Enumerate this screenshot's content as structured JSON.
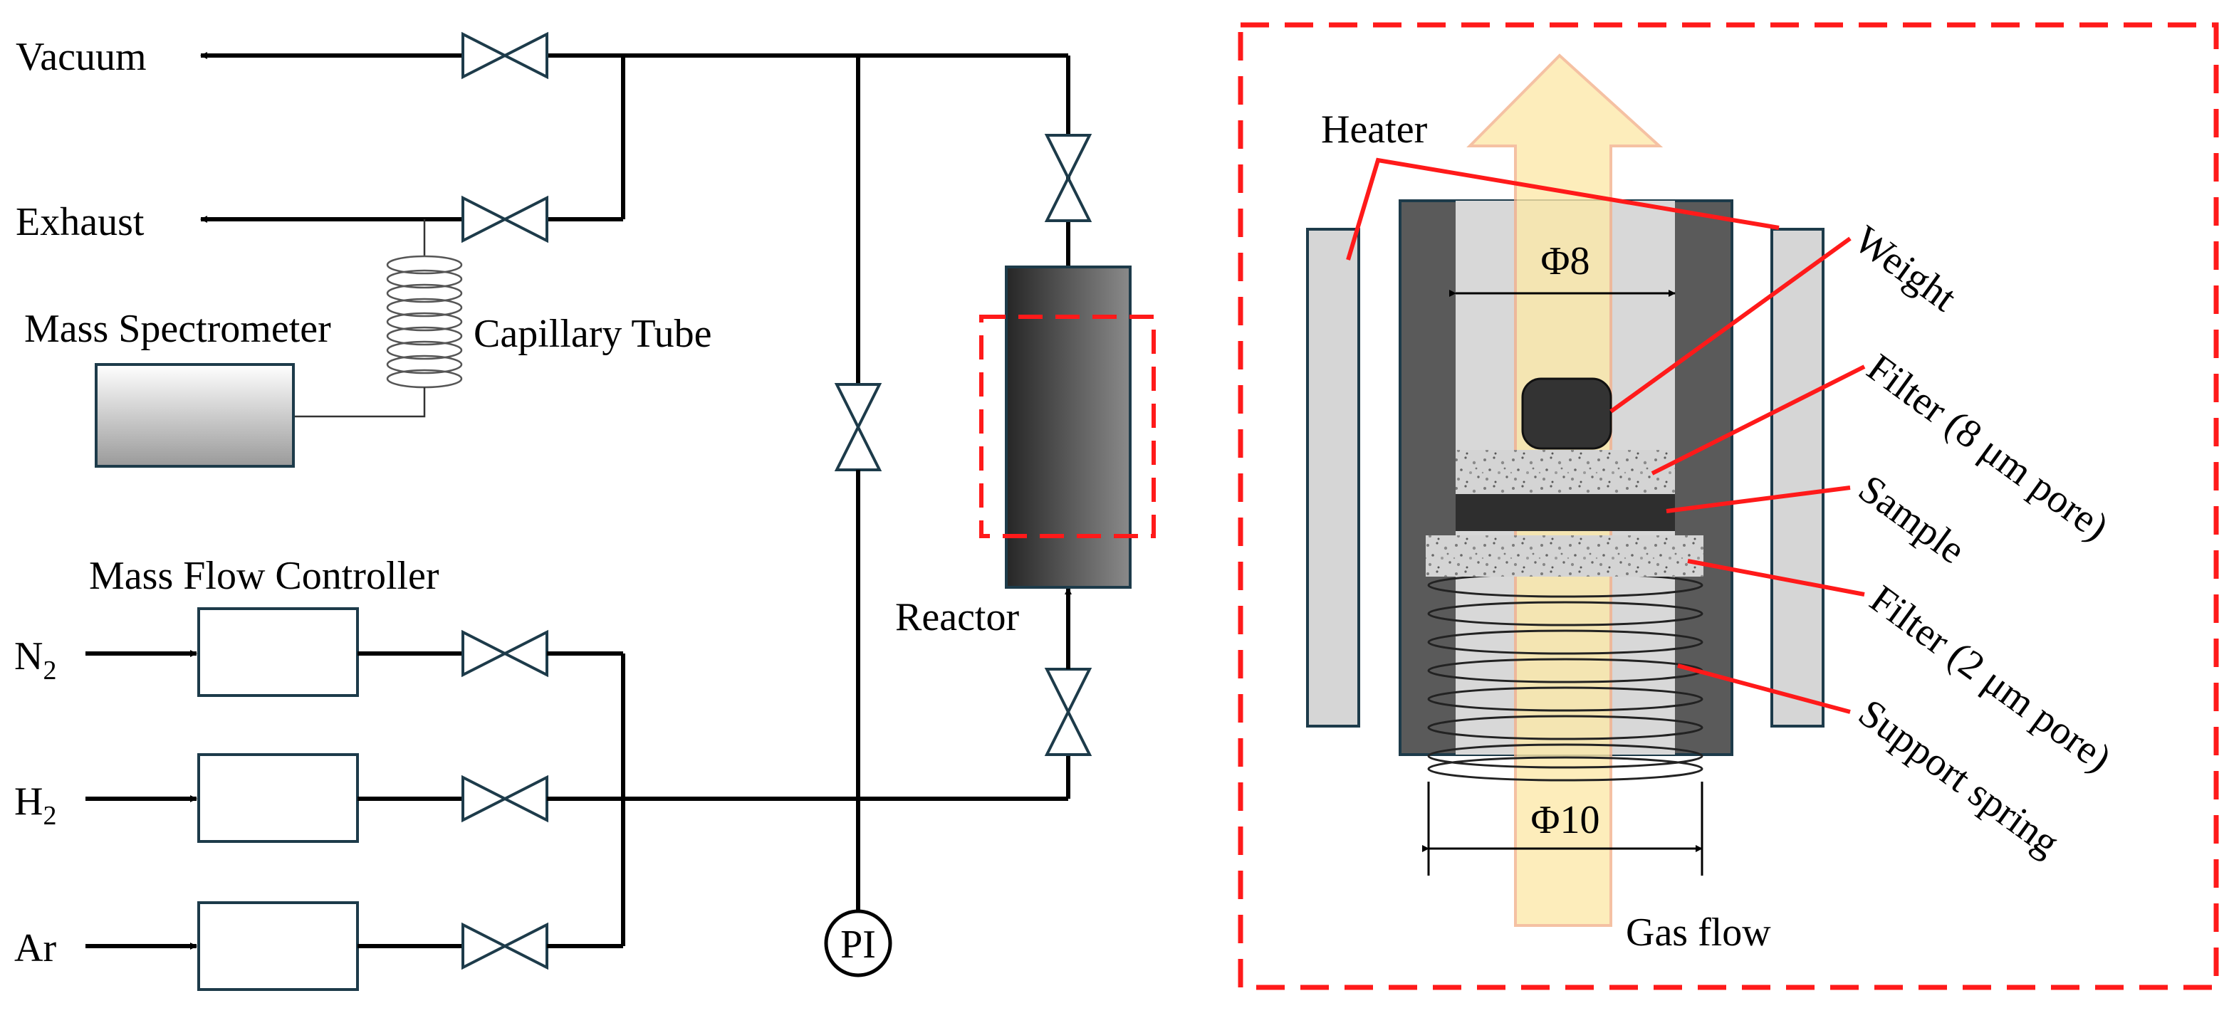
{
  "flow_diagram": {
    "outlets": {
      "vacuum": "Vacuum",
      "exhaust": "Exhaust"
    },
    "mass_spectrometer": "Mass Spectrometer",
    "capillary_tube": "Capillary Tube",
    "mass_flow_controller": "Mass Flow Controller",
    "gases": [
      {
        "main": "N",
        "sub": "2"
      },
      {
        "main": "H",
        "sub": "2"
      },
      {
        "main": "Ar",
        "sub": ""
      }
    ],
    "reactor": "Reactor",
    "pressure_indicator": "PI"
  },
  "reactor_detail": {
    "heater": "Heater",
    "inner_diameter": "Φ8",
    "outer_diameter": "Φ10",
    "gas_flow": "Gas flow",
    "callouts": {
      "weight": "Weight",
      "filter_top": "Filter (8 μm pore)",
      "sample": "Sample",
      "filter_bottom": "Filter (2 μm pore)",
      "support_spring": "Support spring"
    }
  },
  "colors": {
    "callout_red": "#ff1a1a",
    "arrow_fill": "#fde9a8",
    "arrow_stroke": "#f3b08a",
    "reactor_dark": "#2d2d2d",
    "valve_outline": "#1d3b4a"
  }
}
